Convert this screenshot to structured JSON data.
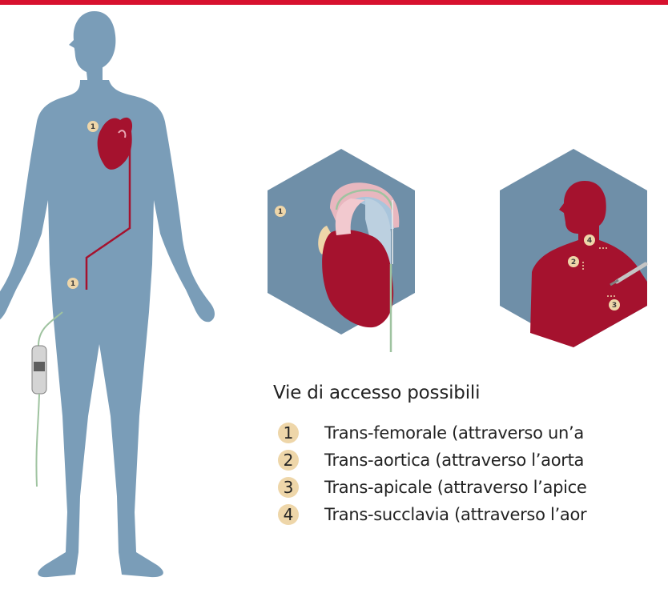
{
  "colors": {
    "top_bar": "#d7112e",
    "body_silhouette": "#7a9db8",
    "heart": "#a5122e",
    "hexagon": "#6f8fa8",
    "patient": "#a5122e",
    "marker": "#eed6a9",
    "catheter": "#9fc3a0",
    "text": "#222222"
  },
  "figure": {
    "body_markers": [
      "1",
      "1"
    ],
    "hex1_marker": "1",
    "hex2_markers": [
      "4",
      "2",
      "3"
    ]
  },
  "legend": {
    "title": "Vie di accesso possibili",
    "items": [
      {
        "number": "1",
        "text": "Trans-femorale (attraverso un’a"
      },
      {
        "number": "2",
        "text": "Trans-aortica (attraverso l’aorta"
      },
      {
        "number": "3",
        "text": "Trans-apicale (attraverso l’apice"
      },
      {
        "number": "4",
        "text": "Trans-succlavia (attraverso l’aor"
      }
    ]
  }
}
